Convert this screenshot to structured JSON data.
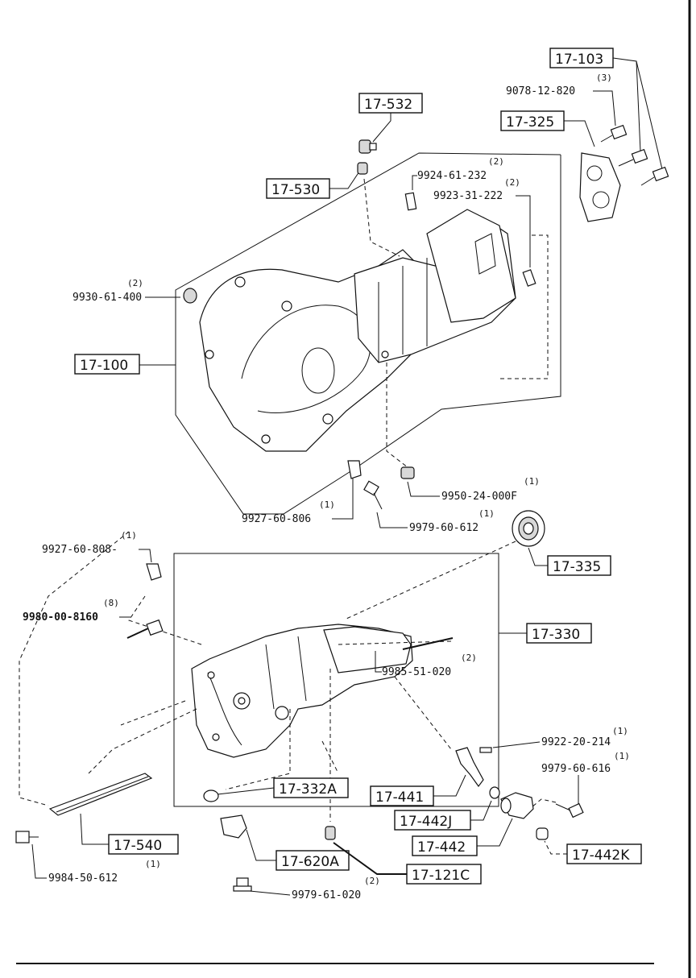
{
  "diagram": {
    "boxed_refs": {
      "r17_103": "17-103",
      "r17_325": "17-325",
      "r17_532": "17-532",
      "r17_530": "17-530",
      "r17_100": "17-100",
      "r17_335": "17-335",
      "r17_330": "17-330",
      "r17_332A": "17-332A",
      "r17_441": "17-441",
      "r17_442J": "17-442J",
      "r17_442": "17-442",
      "r17_442K": "17-442K",
      "r17_540": "17-540",
      "r17_620A": "17-620A",
      "r17_121C": "17-121C"
    },
    "part_numbers": {
      "p9078": {
        "number": "9078-12-820",
        "qty": "(3)"
      },
      "p9924": {
        "number": "9924-61-232",
        "qty": "(2)"
      },
      "p9923": {
        "number": "9923-31-222",
        "qty": "(2)"
      },
      "p9930": {
        "number": "9930-61-400",
        "qty": "(2)"
      },
      "p9950": {
        "number": "9950-24-000F",
        "qty": "(1)"
      },
      "p9927_806": {
        "number": "9927-60-806",
        "qty": "(1)"
      },
      "p9979_612": {
        "number": "9979-60-612",
        "qty": "(1)"
      },
      "p9927_808": {
        "number": "9927-60-808-",
        "qty": "(1)"
      },
      "p9980": {
        "number": "9980-00-8160",
        "qty": "(8)"
      },
      "p9985": {
        "number": "9985-51-020",
        "qty": "(2)"
      },
      "p9922": {
        "number": "9922-20-214",
        "qty": "(1)"
      },
      "p9979_616": {
        "number": "9979-60-616",
        "qty": "(1)"
      },
      "p9984": {
        "number": "9984-50-612",
        "qty": "(1)"
      },
      "p9979_020": {
        "number": "9979-61-020",
        "qty": "(2)"
      }
    }
  }
}
